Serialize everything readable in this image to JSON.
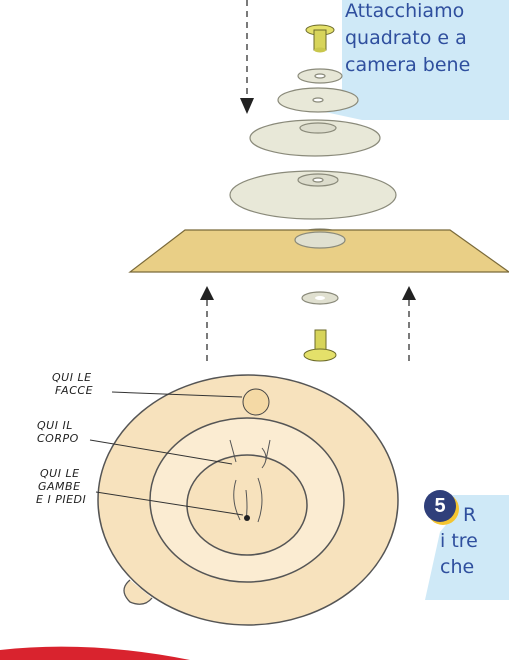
{
  "top_caption": {
    "lines": [
      "Attacchiamo",
      "quadrato e a",
      "camera bene"
    ]
  },
  "diagram_labels": {
    "faces": [
      "QUI LE",
      "FACCE"
    ],
    "body": [
      "QUI IL",
      "CORPO"
    ],
    "legs": [
      "QUI LE",
      "GAMBE",
      "E I PIEDI"
    ]
  },
  "step": {
    "number": "5",
    "lines": [
      "R",
      "i tre",
      "che"
    ]
  },
  "colors": {
    "caption_bg": "#cfe9f7",
    "caption_text": "#2f4f9e",
    "badge_bg": "#2f3f7a",
    "badge_ring": "#f4c531",
    "board": "#e9cf86",
    "disc_outer": "#f7e2bd",
    "red_accent": "#d9232e"
  }
}
